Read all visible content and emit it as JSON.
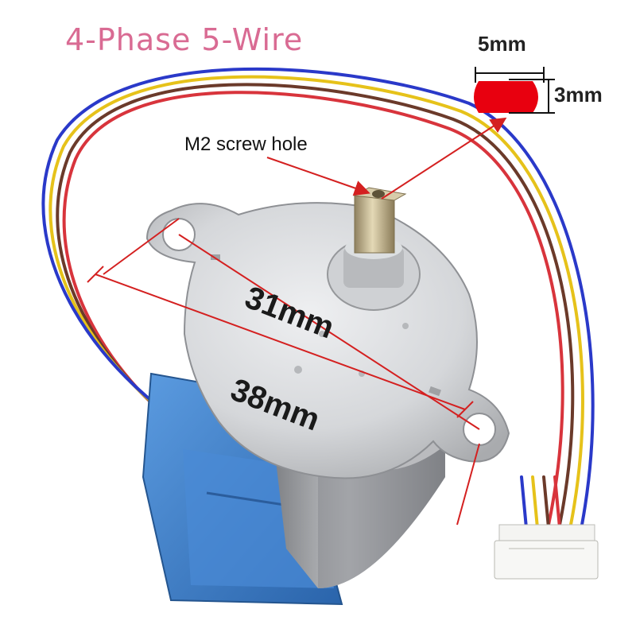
{
  "title": "4-Phase 5-Wire",
  "labels": {
    "screw_hole": "M2 screw hole",
    "shaft_width": "5mm",
    "shaft_thickness": "3mm",
    "body_diameter": "31mm",
    "mount_spacing": "38mm"
  },
  "colors": {
    "title": "#d96b93",
    "dimension_line": "#d42020",
    "shaft_profile": "#e8000f",
    "wires": [
      "#2a39c9",
      "#e6c21a",
      "#6b3a2a",
      "#d8343c"
    ],
    "housing_blue": "#3d82cc",
    "plate_metal": "#d8d9db"
  }
}
